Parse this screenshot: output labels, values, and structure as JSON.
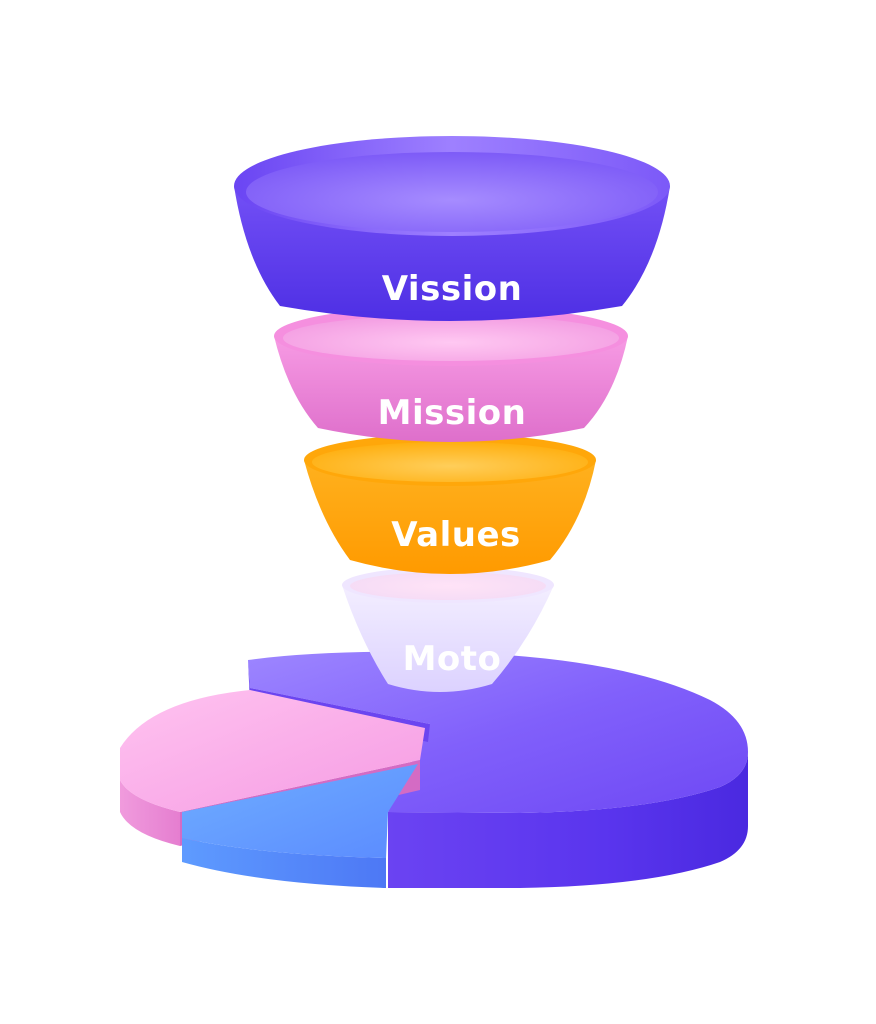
{
  "funnel": {
    "tiers": [
      {
        "label": "Vission",
        "color": "#5B3BEF"
      },
      {
        "label": "Mission",
        "color": "#EE7FD9"
      },
      {
        "label": "Values",
        "color": "#FFA800"
      },
      {
        "label": "Moto",
        "color": "#EDE8FF"
      }
    ]
  },
  "pie_base": {
    "colors": [
      "#6A45F5",
      "#F29AE0",
      "#5E8CFF"
    ]
  }
}
